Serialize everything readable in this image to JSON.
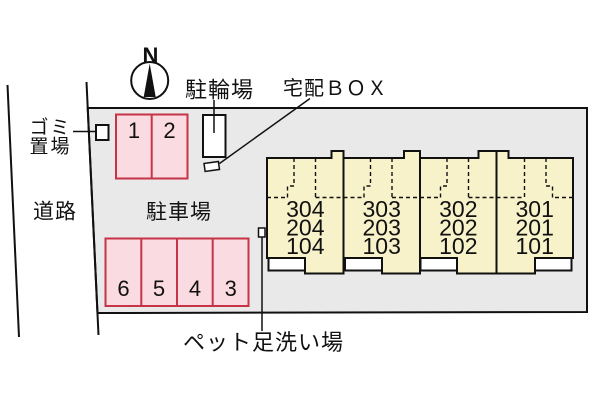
{
  "colors": {
    "site_fill": "#e9e9e9",
    "building_fill": "#f7f2c9",
    "parking_fill": "#fbdbe2",
    "parking_border": "#c73347",
    "outline": "#111111"
  },
  "compass": {
    "north": "N"
  },
  "labels": {
    "garbage_line1": "ゴミ",
    "garbage_line2": "置場",
    "road": "道路",
    "parking": "駐車場",
    "bicycle_parking": "駐輪場",
    "delivery_box": "宅配ＢＯＸ",
    "pet_wash": "ペット足洗い場"
  },
  "parking": {
    "top_row_spaces": [
      "1",
      "2"
    ],
    "bottom_row_spaces": [
      "6",
      "5",
      "4",
      "3"
    ]
  },
  "building": {
    "units": [
      {
        "rooms": [
          "304",
          "204",
          "104"
        ]
      },
      {
        "rooms": [
          "303",
          "203",
          "103"
        ]
      },
      {
        "rooms": [
          "302",
          "202",
          "102"
        ]
      },
      {
        "rooms": [
          "301",
          "201",
          "101"
        ]
      }
    ]
  }
}
